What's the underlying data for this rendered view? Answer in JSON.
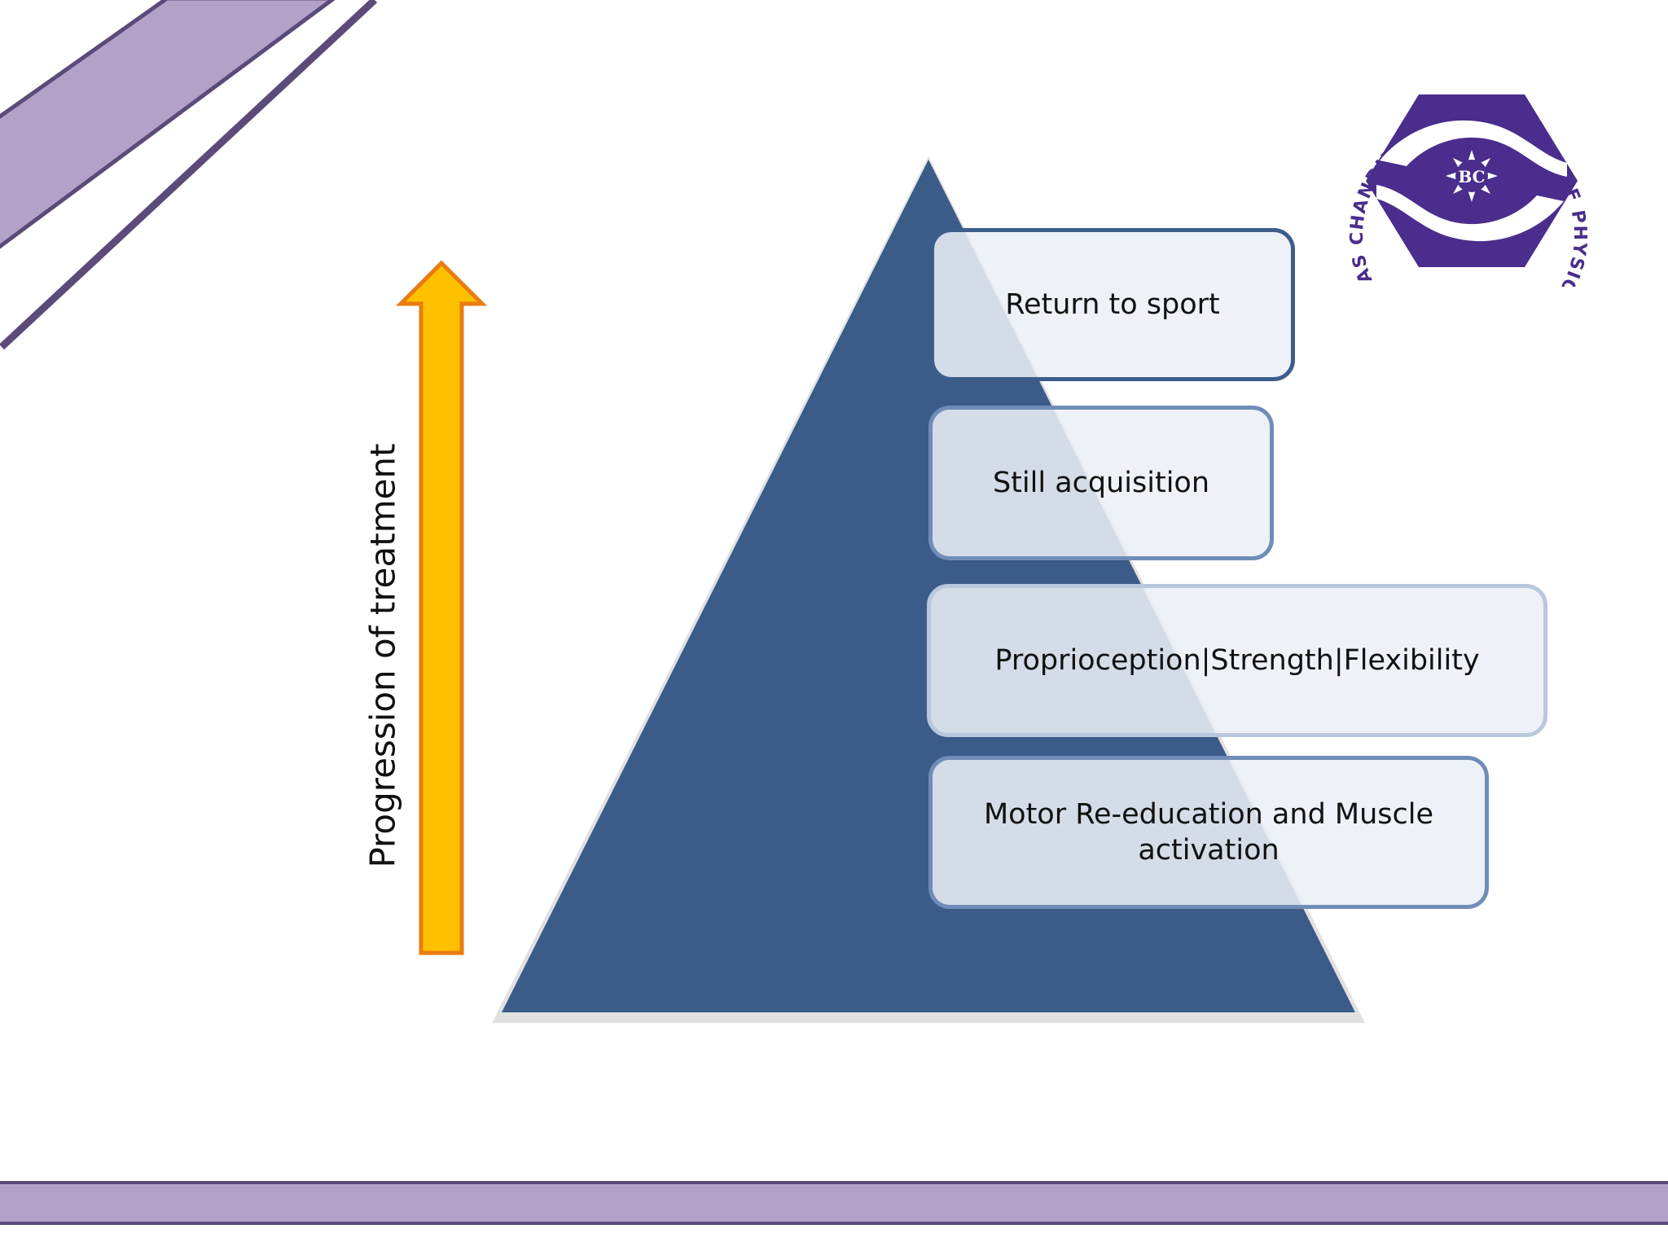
{
  "diagram": {
    "axis_label": "Progression of treatment",
    "levels": [
      {
        "label": "Return to sport"
      },
      {
        "label": "Still acquisition"
      },
      {
        "label": "Proprioception|Strength|Flexibility"
      },
      {
        "label": "Motor Re-education and Muscle activation"
      }
    ],
    "colors": {
      "pyramid": "#3b5b89",
      "arrow_fill": "#ffc000",
      "arrow_stroke": "#e97c12",
      "accent_purple": "#b3a2c8",
      "accent_purple_dark": "#5b4a7a"
    }
  },
  "logo": {
    "ring_text": "BANARSIDAS CHANDIWALA INSTITUTE OF PHYSIOTHERAPY",
    "monogram": "BC",
    "color": "#4a2d8c"
  }
}
